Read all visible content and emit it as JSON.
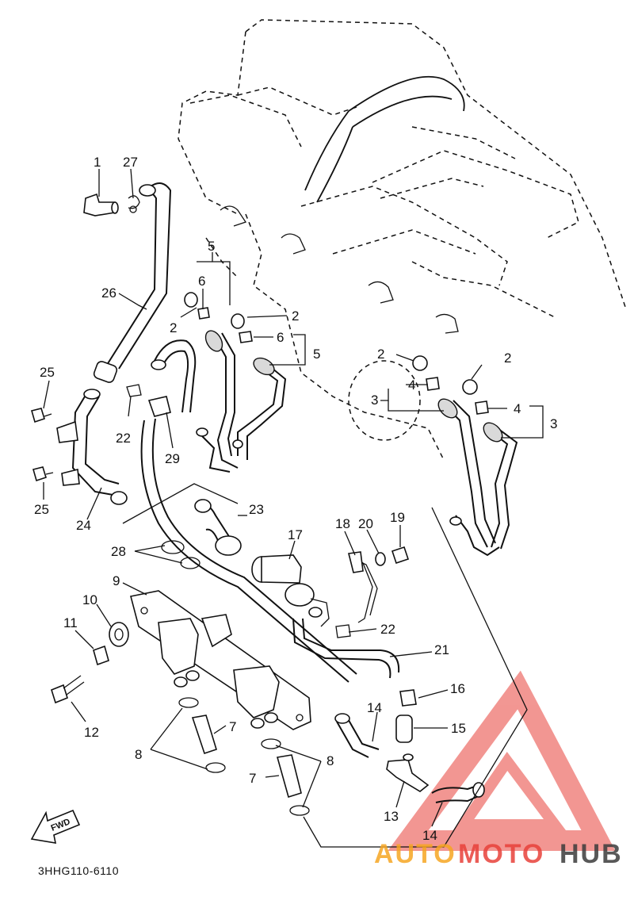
{
  "diagram": {
    "code": "3HHG110-6110",
    "fwd_label": "FWD",
    "labels": [
      {
        "id": "l1",
        "text": "1"
      },
      {
        "id": "l27",
        "text": "27"
      },
      {
        "id": "l5a",
        "text": "5"
      },
      {
        "id": "l6a",
        "text": "6"
      },
      {
        "id": "l26",
        "text": "26"
      },
      {
        "id": "l2a",
        "text": "2"
      },
      {
        "id": "l2b",
        "text": "2"
      },
      {
        "id": "l6b",
        "text": "6"
      },
      {
        "id": "l5b",
        "text": "5"
      },
      {
        "id": "l2c",
        "text": "2"
      },
      {
        "id": "l2d",
        "text": "2"
      },
      {
        "id": "l4a",
        "text": "4"
      },
      {
        "id": "l3a",
        "text": "3"
      },
      {
        "id": "l4b",
        "text": "4"
      },
      {
        "id": "l3b",
        "text": "3"
      },
      {
        "id": "l25a",
        "text": "25"
      },
      {
        "id": "l22a",
        "text": "22"
      },
      {
        "id": "l29",
        "text": "29"
      },
      {
        "id": "l25b",
        "text": "25"
      },
      {
        "id": "l24",
        "text": "24"
      },
      {
        "id": "l23",
        "text": "23"
      },
      {
        "id": "l17",
        "text": "17"
      },
      {
        "id": "l18",
        "text": "18"
      },
      {
        "id": "l20",
        "text": "20"
      },
      {
        "id": "l19",
        "text": "19"
      },
      {
        "id": "l28",
        "text": "28"
      },
      {
        "id": "l9",
        "text": "9"
      },
      {
        "id": "l10",
        "text": "10"
      },
      {
        "id": "l11",
        "text": "11"
      },
      {
        "id": "l22b",
        "text": "22"
      },
      {
        "id": "l21",
        "text": "21"
      },
      {
        "id": "l16",
        "text": "16"
      },
      {
        "id": "l14a",
        "text": "14"
      },
      {
        "id": "l15",
        "text": "15"
      },
      {
        "id": "l12",
        "text": "12"
      },
      {
        "id": "l7a",
        "text": "7"
      },
      {
        "id": "l8a",
        "text": "8"
      },
      {
        "id": "l8b",
        "text": "8"
      },
      {
        "id": "l7b",
        "text": "7"
      },
      {
        "id": "l13",
        "text": "13"
      },
      {
        "id": "l14b",
        "text": "14"
      }
    ]
  },
  "watermark": {
    "part1": "AUTO",
    "part2": "MOTO",
    "part3": "HUB",
    "color_orange": "#f6a623",
    "color_red": "#e8413a",
    "color_dark": "#3c3c3c"
  }
}
